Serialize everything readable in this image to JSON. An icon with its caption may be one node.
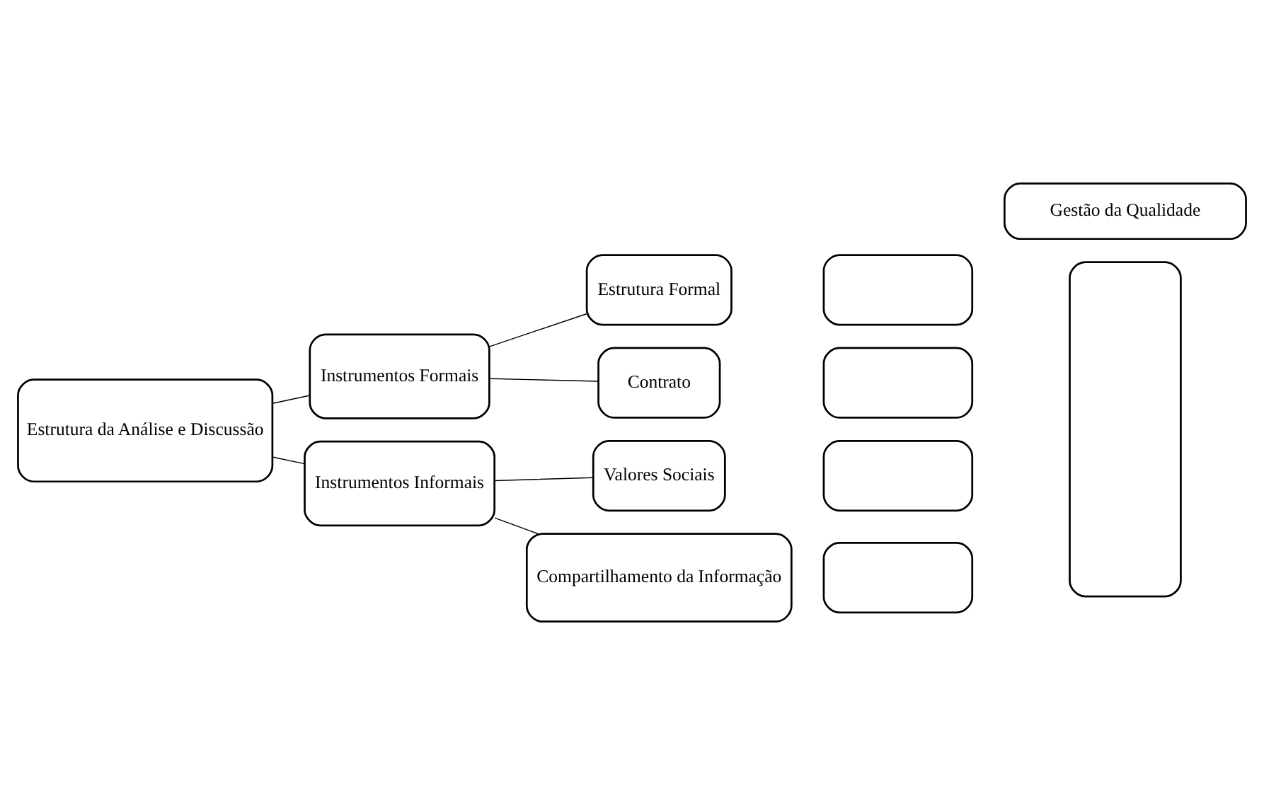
{
  "diagram": {
    "nodes": [
      {
        "text": [
          "Estrutura da Análise e Discussão"
        ]
      },
      {
        "text": [
          "Instrumentos Formais"
        ]
      },
      {
        "text": [
          "Instrumentos Informais"
        ]
      },
      {
        "text": [
          "Estrutura Formal"
        ]
      },
      {
        "text": [
          "Contrato"
        ]
      },
      {
        "text": [
          "Valores Sociais"
        ]
      },
      {
        "text": [
          "Compartilhamento da Informação"
        ]
      },
      {
        "text": [
          "Gestão da Qualidade"
        ]
      },
      {
        "text": [],
        "shape": "box"
      },
      {
        "text": [],
        "shape": "box"
      },
      {
        "text": [],
        "shape": "box"
      },
      {
        "text": [],
        "shape": "box"
      },
      {
        "text": [],
        "shape": "box"
      }
    ],
    "edges": [
      {
        "from": 0,
        "to": 1,
        "arrow": "none"
      },
      {
        "from": 0,
        "to": 2,
        "arrow": "none"
      },
      {
        "from": 1,
        "to": 3,
        "arrow": "none"
      },
      {
        "from": 1,
        "to": 4,
        "arrow": "none"
      },
      {
        "from": 2,
        "to": 5,
        "arrow": "none"
      },
      {
        "from": 2,
        "to": 6,
        "arrow": "none"
      }
    ]
  }
}
